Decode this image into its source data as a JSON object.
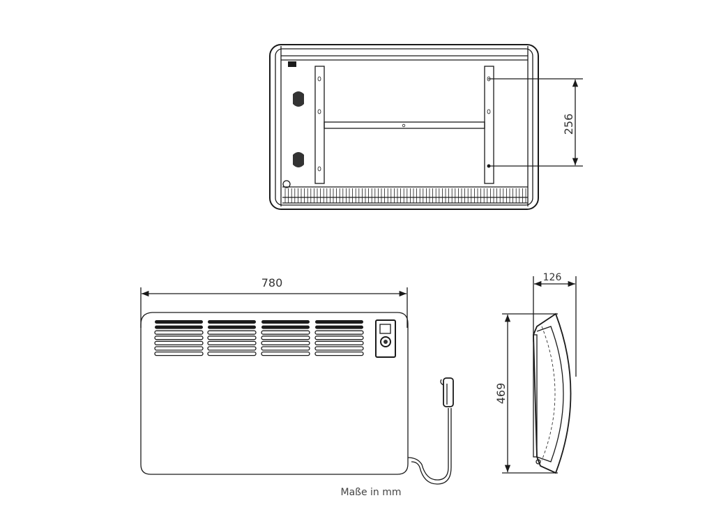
{
  "dimensions": {
    "mount_spacing": "256",
    "width": "780",
    "depth": "126",
    "height": "469"
  },
  "caption": "Maße in mm",
  "colors": {
    "line": "#1a1a1a",
    "text": "#333333"
  }
}
